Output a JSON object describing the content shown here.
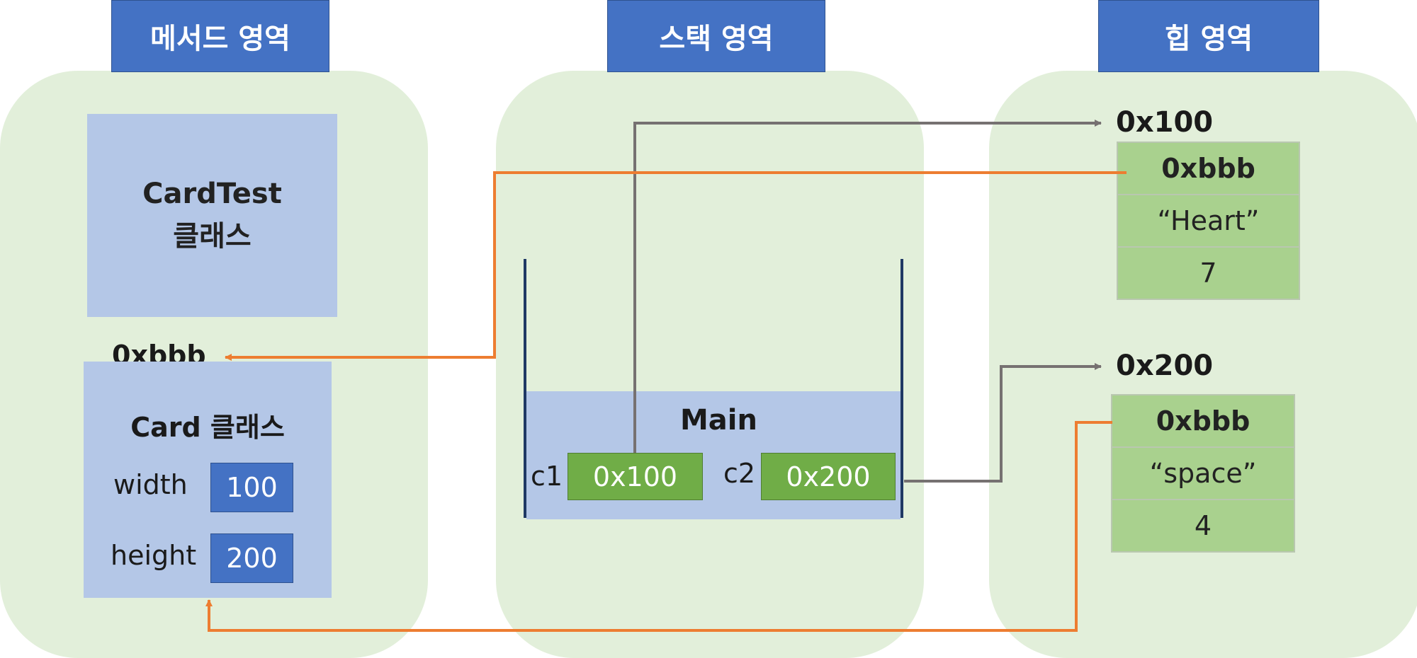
{
  "headers": {
    "method": "메서드 영역",
    "stack": "스택 영역",
    "heap": "힙 영역"
  },
  "method_area": {
    "cardtest_line1": "CardTest",
    "cardtest_line2": "클래스",
    "card_address": "0xbbb",
    "card_title": "Card 클래스",
    "fields": [
      {
        "name": "width",
        "value": "100"
      },
      {
        "name": "height",
        "value": "200"
      }
    ]
  },
  "stack_area": {
    "frame_title": "Main",
    "vars": [
      {
        "name": "c1",
        "value": "0x100"
      },
      {
        "name": "c2",
        "value": "0x200"
      }
    ]
  },
  "heap_area": {
    "objects": [
      {
        "address": "0x100",
        "cells": [
          "0xbbb",
          "“Heart”",
          "7"
        ]
      },
      {
        "address": "0x200",
        "cells": [
          "0xbbb",
          "“space”",
          "4"
        ]
      }
    ]
  },
  "colors": {
    "region_bg": "#e2efda",
    "header_bg": "#4472c4",
    "class_box": "#b4c7e7",
    "stack_var": "#70ad47",
    "heap_cell": "#a9d18e",
    "arrow_gray": "#767171",
    "arrow_orange": "#ed7d31"
  }
}
